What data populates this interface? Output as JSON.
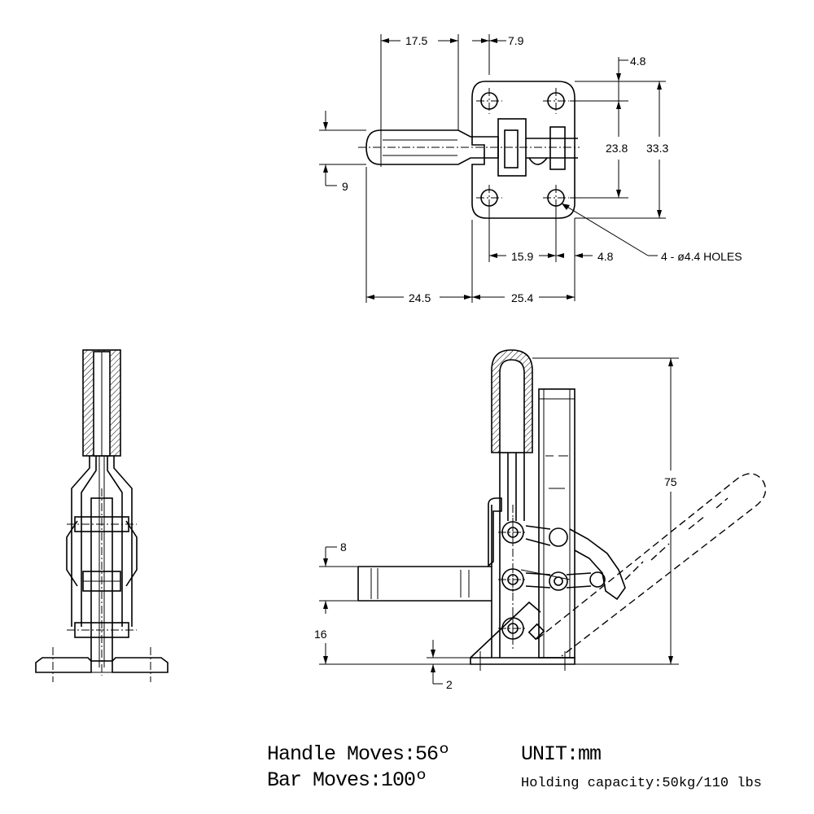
{
  "dimensions": {
    "top": {
      "d17_5": "17.5",
      "d7_9": "7.9",
      "d4_8_top": "4.8",
      "d23_8": "23.8",
      "d33_3": "33.3",
      "d9": "9",
      "d15_9": "15.9",
      "d4_8_bottom": "4.8",
      "holes": "4 - ø4.4 HOLES",
      "d24_5": "24.5",
      "d25_4": "25.4"
    },
    "side": {
      "d75": "75",
      "d8": "8",
      "d16": "16",
      "d2": "2"
    }
  },
  "notes": {
    "handle_moves": "Handle Moves:56º",
    "bar_moves": "Bar Moves:100º",
    "unit": "UNIT:mm",
    "capacity": "Holding capacity:50kg/110 lbs"
  }
}
